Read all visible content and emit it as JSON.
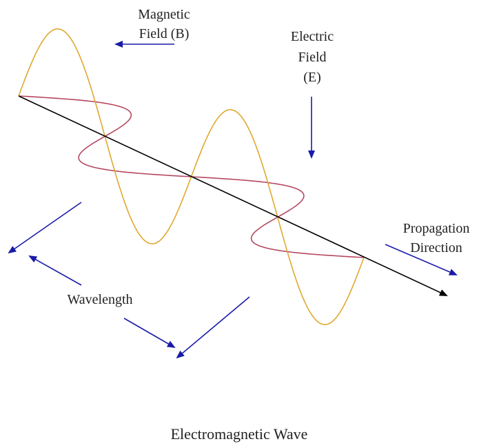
{
  "labels": {
    "magnetic_line1": "Magnetic",
    "magnetic_line2": "Field (B)",
    "electric_line1": "Electric",
    "electric_line2": "Field",
    "electric_line3": "(E)",
    "propagation_line1": "Propagation",
    "propagation_line2": "Direction",
    "wavelength": "Wavelength"
  },
  "title": "Electromagnetic Wave",
  "colors": {
    "magnetic_wave": "#e0a82e",
    "electric_wave": "#b5485f",
    "axis": "#000000",
    "annotation_arrows": "#1a1aa8"
  }
}
